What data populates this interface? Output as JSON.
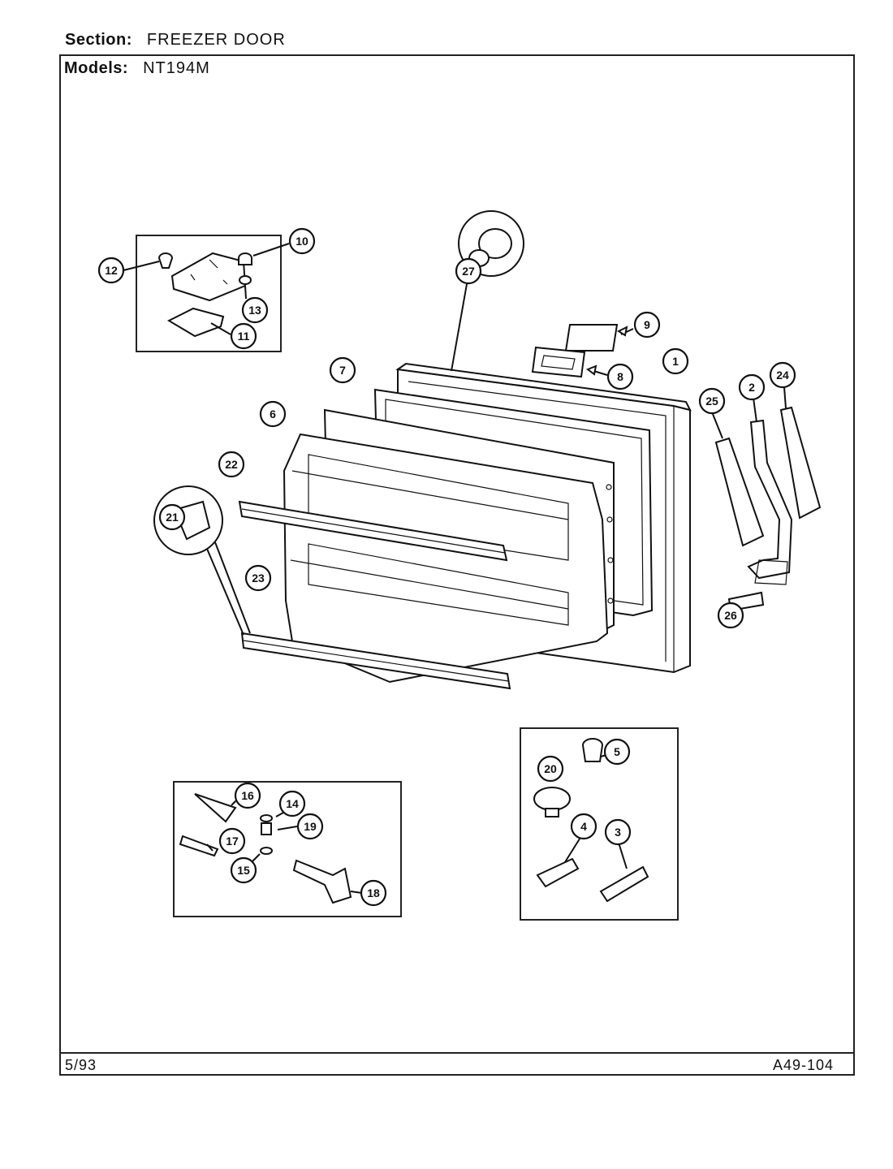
{
  "header": {
    "section_key": "Section:",
    "section_value": "FREEZER DOOR",
    "models_key": "Models:",
    "models_value": "NT194M"
  },
  "footer": {
    "date": "5/93",
    "page_code": "A49-104"
  },
  "callouts": [
    {
      "id": "1",
      "label": "1"
    },
    {
      "id": "2",
      "label": "2"
    },
    {
      "id": "3",
      "label": "3"
    },
    {
      "id": "4",
      "label": "4"
    },
    {
      "id": "5",
      "label": "5"
    },
    {
      "id": "6",
      "label": "6"
    },
    {
      "id": "7",
      "label": "7"
    },
    {
      "id": "8",
      "label": "8"
    },
    {
      "id": "9",
      "label": "9"
    },
    {
      "id": "10",
      "label": "10"
    },
    {
      "id": "11",
      "label": "11"
    },
    {
      "id": "12",
      "label": "12"
    },
    {
      "id": "13",
      "label": "13"
    },
    {
      "id": "14",
      "label": "14"
    },
    {
      "id": "15",
      "label": "15"
    },
    {
      "id": "16",
      "label": "16"
    },
    {
      "id": "17",
      "label": "17"
    },
    {
      "id": "18",
      "label": "18"
    },
    {
      "id": "19",
      "label": "19"
    },
    {
      "id": "20",
      "label": "20"
    },
    {
      "id": "21",
      "label": "21"
    },
    {
      "id": "22",
      "label": "22"
    },
    {
      "id": "23",
      "label": "23"
    },
    {
      "id": "24",
      "label": "24"
    },
    {
      "id": "25",
      "label": "25"
    },
    {
      "id": "26",
      "label": "26"
    },
    {
      "id": "27",
      "label": "27"
    }
  ]
}
